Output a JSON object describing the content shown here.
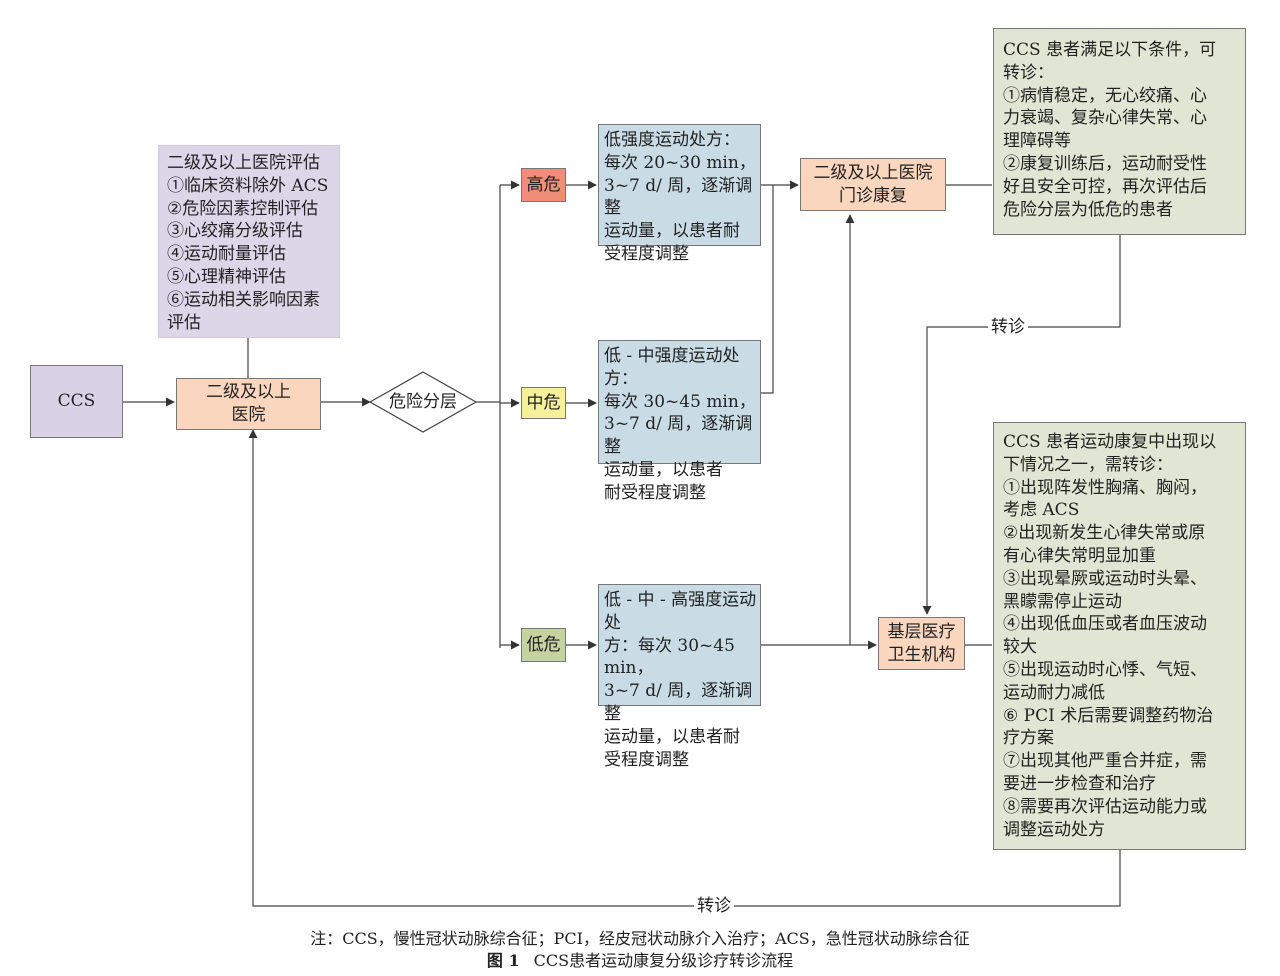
{
  "nodes": {
    "ccs": "CCS",
    "hospital": "二级及以上\n医院",
    "assessment": "二级及以上医院评估\n①临床资料除外 ACS\n②危险因素控制评估\n③心绞痛分级评估\n④运动耐量评估\n⑤心理精神评估\n⑥运动相关影响因素\n评估",
    "risk": "危险分层",
    "high": "高危",
    "mid": "中危",
    "low": "低危",
    "presc_high": "低强度运动处方：\n每次 20~30 min，\n3~7 d/ 周，逐渐调整\n运动量，以患者耐\n受程度调整",
    "presc_mid": "低 - 中强度运动处方：\n每次 30~45 min，\n3~7 d/ 周，逐渐调整\n运动量，以患者\n耐受程度调整",
    "presc_low": "低 - 中 - 高强度运动处\n方：每次 30~45 min，\n3~7 d/ 周，逐渐调整\n运动量，以患者耐\n受程度调整",
    "outpatient": "二级及以上医院\n门诊康复",
    "primary": "基层医疗\n卫生机构",
    "cond_down": "CCS 患者满足以下条件，可\n转诊：\n①病情稳定，无心绞痛、心\n力衰竭、复杂心律失常、心\n理障碍等\n②康复训练后，运动耐受性\n好且安全可控，再次评估后\n危险分层为低危的患者",
    "cond_up": "CCS 患者运动康复中出现以\n下情况之一，需转诊：\n①出现阵发性胸痛、胸闷，\n考虑 ACS\n②出现新发生心律失常或原\n有心律失常明显加重\n③出现晕厥或运动时头晕、\n黑矇需停止运动\n④出现低血压或者血压波动\n较大\n⑤出现运动时心悸、气短、\n运动耐力减低\n⑥ PCI 术后需要调整药物治\n疗方案\n⑦出现其他严重合并症，需\n要进一步检查和治疗\n⑧需要再次评估运动能力或\n调整运动处方"
  },
  "edge_labels": {
    "referral_down": "转诊",
    "referral_up": "转诊"
  },
  "caption": {
    "note": "注：CCS，慢性冠状动脉综合征；PCI，经皮冠状动脉介入治疗；ACS，急性冠状动脉综合征",
    "fig_no": "图 1",
    "title": "CCS患者运动康复分级诊疗转诊流程"
  },
  "colors": {
    "ccs_fill": "#d9d2e6",
    "assessment_fill": "#dcd6e9",
    "hospital_fill": "#f9d6bd",
    "high_fill": "#ef8d79",
    "mid_fill": "#f7f09a",
    "low_fill": "#c5d3a0",
    "presc_fill": "#c9dce6",
    "cond_fill": "#dfe7d4"
  }
}
